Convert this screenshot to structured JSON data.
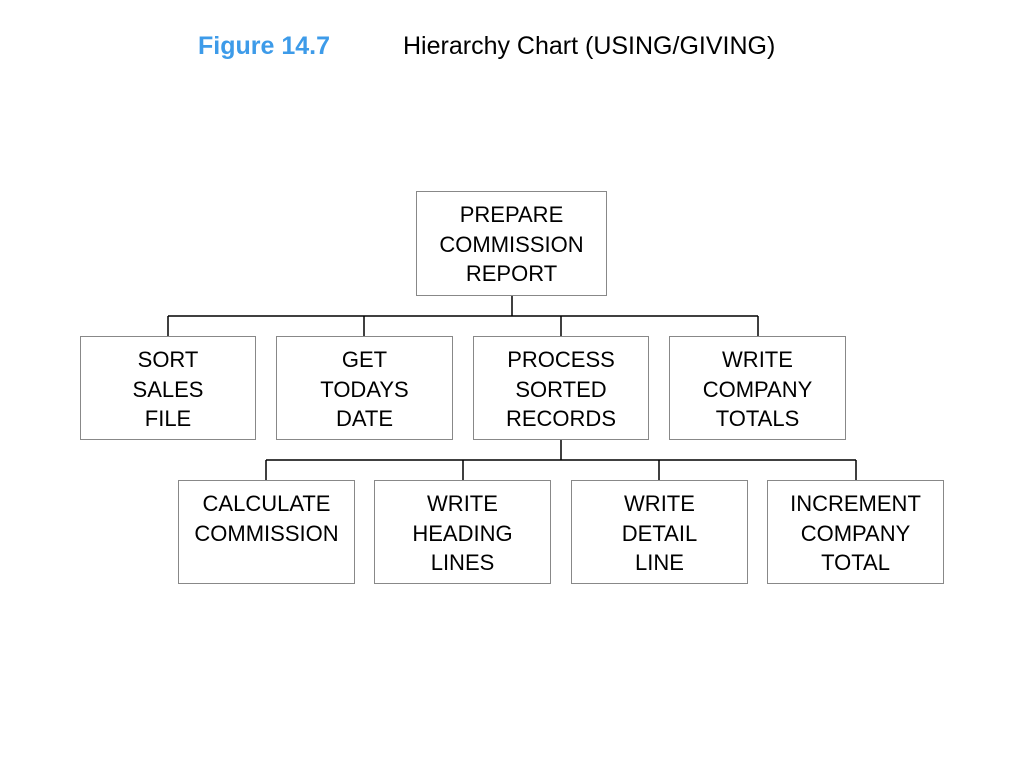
{
  "figure": {
    "number": "Figure 14.7",
    "title": "Hierarchy Chart (USING/GIVING)",
    "accent_color": "#3d9be9"
  },
  "chart": {
    "root": {
      "lines": [
        "PREPARE",
        "COMMISSION",
        "REPORT"
      ]
    },
    "level1": [
      {
        "lines": [
          "SORT",
          "SALES",
          "FILE"
        ]
      },
      {
        "lines": [
          "GET",
          "TODAYS",
          "DATE"
        ]
      },
      {
        "lines": [
          "PROCESS",
          "SORTED",
          "RECORDS"
        ]
      },
      {
        "lines": [
          "WRITE",
          "COMPANY",
          "TOTALS"
        ]
      }
    ],
    "level2": [
      {
        "lines": [
          "CALCULATE",
          "COMMISSION"
        ]
      },
      {
        "lines": [
          "WRITE",
          "HEADING",
          "LINES"
        ]
      },
      {
        "lines": [
          "WRITE",
          "DETAIL",
          "LINE"
        ]
      },
      {
        "lines": [
          "INCREMENT",
          "COMPANY",
          "TOTAL"
        ]
      }
    ]
  }
}
